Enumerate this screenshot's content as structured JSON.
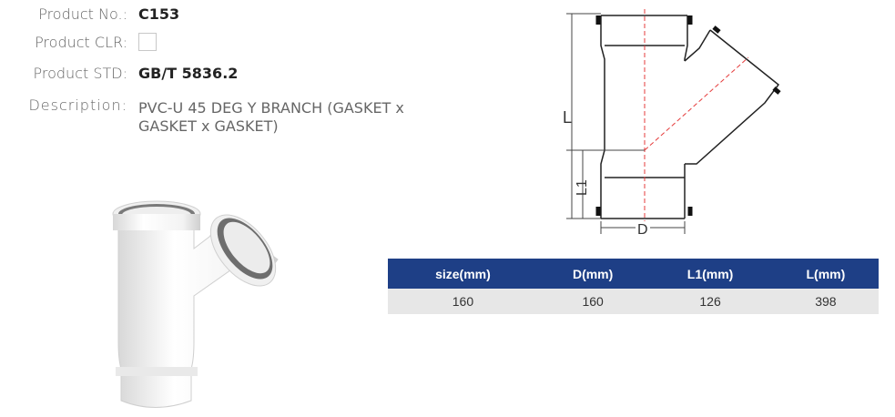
{
  "product": {
    "no_label": "Product No.:",
    "no_value": "C153",
    "clr_label": "Product CLR:",
    "std_label": "Product STD:",
    "std_value": "GB/T 5836.2",
    "desc_label": "Description:",
    "desc_value": "PVC-U 45 DEG Y BRANCH (GASKET x GASKET x GASKET)"
  },
  "drawing": {
    "label_L": "L",
    "label_L1": "L1",
    "label_D": "D"
  },
  "table": {
    "headers": [
      "size(mm)",
      "D(mm)",
      "L1(mm)",
      "L(mm)"
    ],
    "rows": [
      [
        "160",
        "160",
        "126",
        "398"
      ]
    ],
    "header_color": "#1e3f86"
  }
}
